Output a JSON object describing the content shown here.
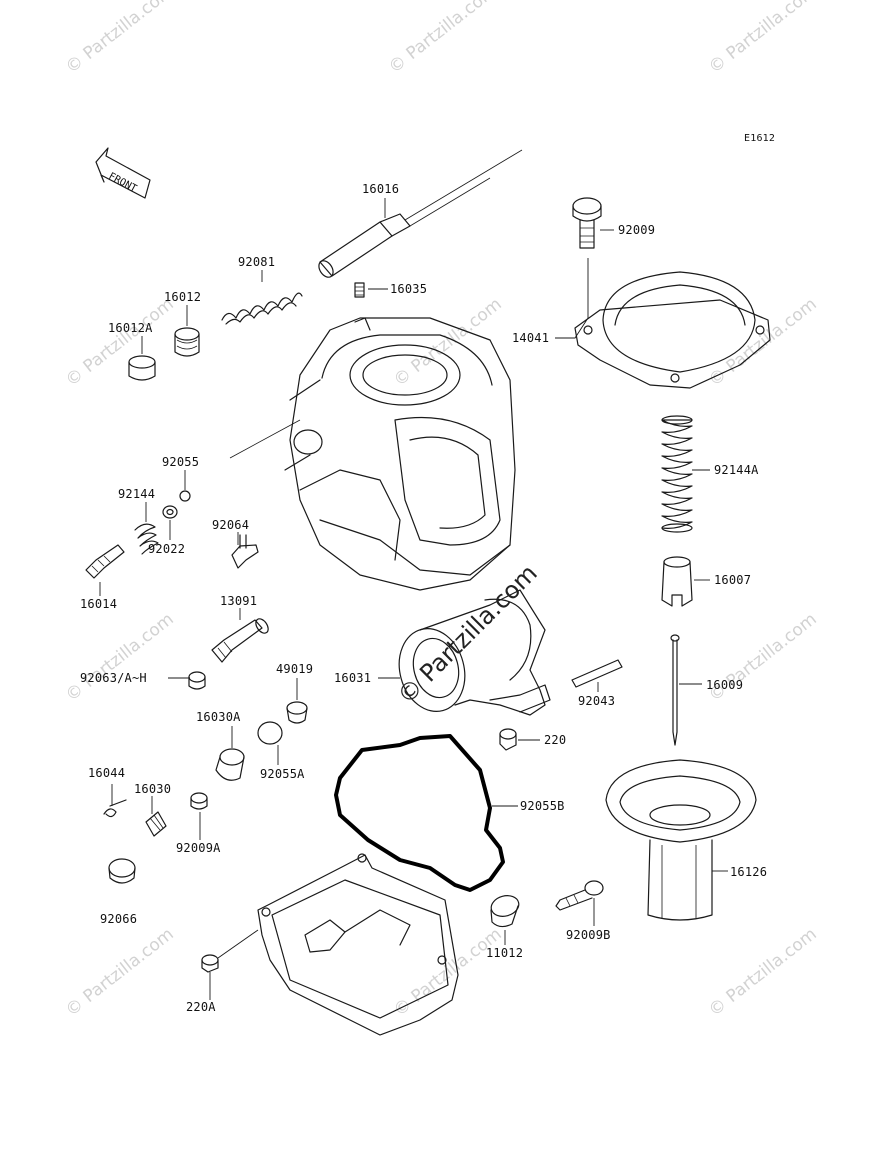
{
  "diagram_code": "E1612",
  "front_label": "FRONT",
  "watermark": "© Partzilla.com",
  "parts": {
    "p16016": "16016",
    "p92081": "92081",
    "p16035": "16035",
    "p16012": "16012",
    "p16012A": "16012A",
    "p92009": "92009",
    "p14041": "14041",
    "p92055": "92055",
    "p92144": "92144",
    "p92022": "92022",
    "p92064": "92064",
    "p92144A": "92144A",
    "p16014": "16014",
    "p13091": "13091",
    "p16007": "16007",
    "p16009": "16009",
    "p49019": "49019",
    "p16031": "16031",
    "p92063": "92063/A~H",
    "p92043": "92043",
    "p16030A": "16030A",
    "p220": "220",
    "p92055A": "92055A",
    "p16044": "16044",
    "p16030": "16030",
    "p92055B": "92055B",
    "p92009A": "92009A",
    "p16126": "16126",
    "p92066": "92066",
    "p11012": "11012",
    "p92009B": "92009B",
    "p220A": "220A"
  }
}
